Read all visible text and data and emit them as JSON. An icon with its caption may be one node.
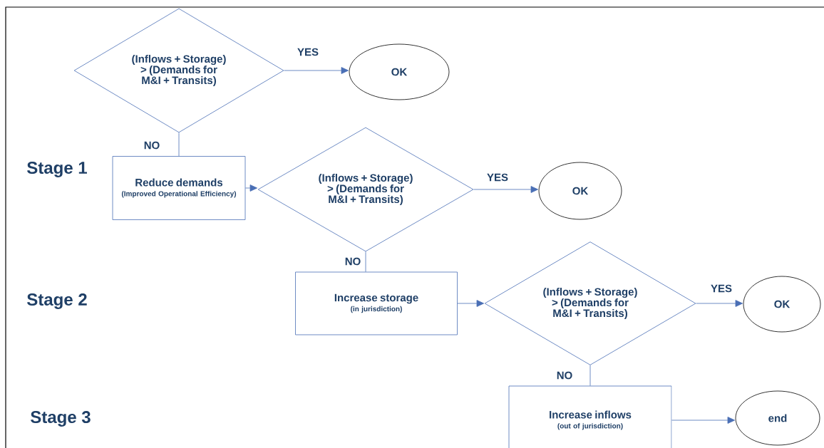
{
  "diagram": {
    "nodes": [
      {
        "text": [
          "(Inflows + Storage) > (Demands for M&I + Transits)"
        ]
      },
      {
        "text": [
          "OK"
        ]
      },
      {
        "text": [
          "Reduce demands",
          "(Improved Operational Efficiency)"
        ]
      },
      {
        "text": [
          "(Inflows + Storage) > (Demands for M&I + Transits)"
        ]
      },
      {
        "text": [
          "OK"
        ]
      },
      {
        "text": [
          "Increase storage",
          "(in jurisdiction)"
        ]
      },
      {
        "text": [
          "(Inflows + Storage) > (Demands for M&I + Transits)"
        ]
      },
      {
        "text": [
          "OK"
        ]
      },
      {
        "text": [
          "Increase inflows",
          "(out of jurisdiction)"
        ]
      },
      {
        "text": [
          "end"
        ]
      }
    ],
    "edges": [
      {
        "from": 0,
        "to": 1,
        "arrow": "to",
        "label": "YES"
      },
      {
        "from": 0,
        "to": 2,
        "arrow": "none",
        "label": "NO"
      },
      {
        "from": 2,
        "to": 3,
        "arrow": "to"
      },
      {
        "from": 3,
        "to": 4,
        "arrow": "to",
        "label": "YES"
      },
      {
        "from": 3,
        "to": 5,
        "arrow": "none",
        "label": "NO"
      },
      {
        "from": 5,
        "to": 6,
        "arrow": "to"
      },
      {
        "from": 6,
        "to": 7,
        "arrow": "to",
        "label": "YES"
      },
      {
        "from": 6,
        "to": 8,
        "arrow": "none",
        "label": "NO"
      },
      {
        "from": 8,
        "to": 9,
        "arrow": "to"
      }
    ],
    "labels": [
      "Stage 1",
      "Stage 2",
      "Stage 3"
    ]
  }
}
